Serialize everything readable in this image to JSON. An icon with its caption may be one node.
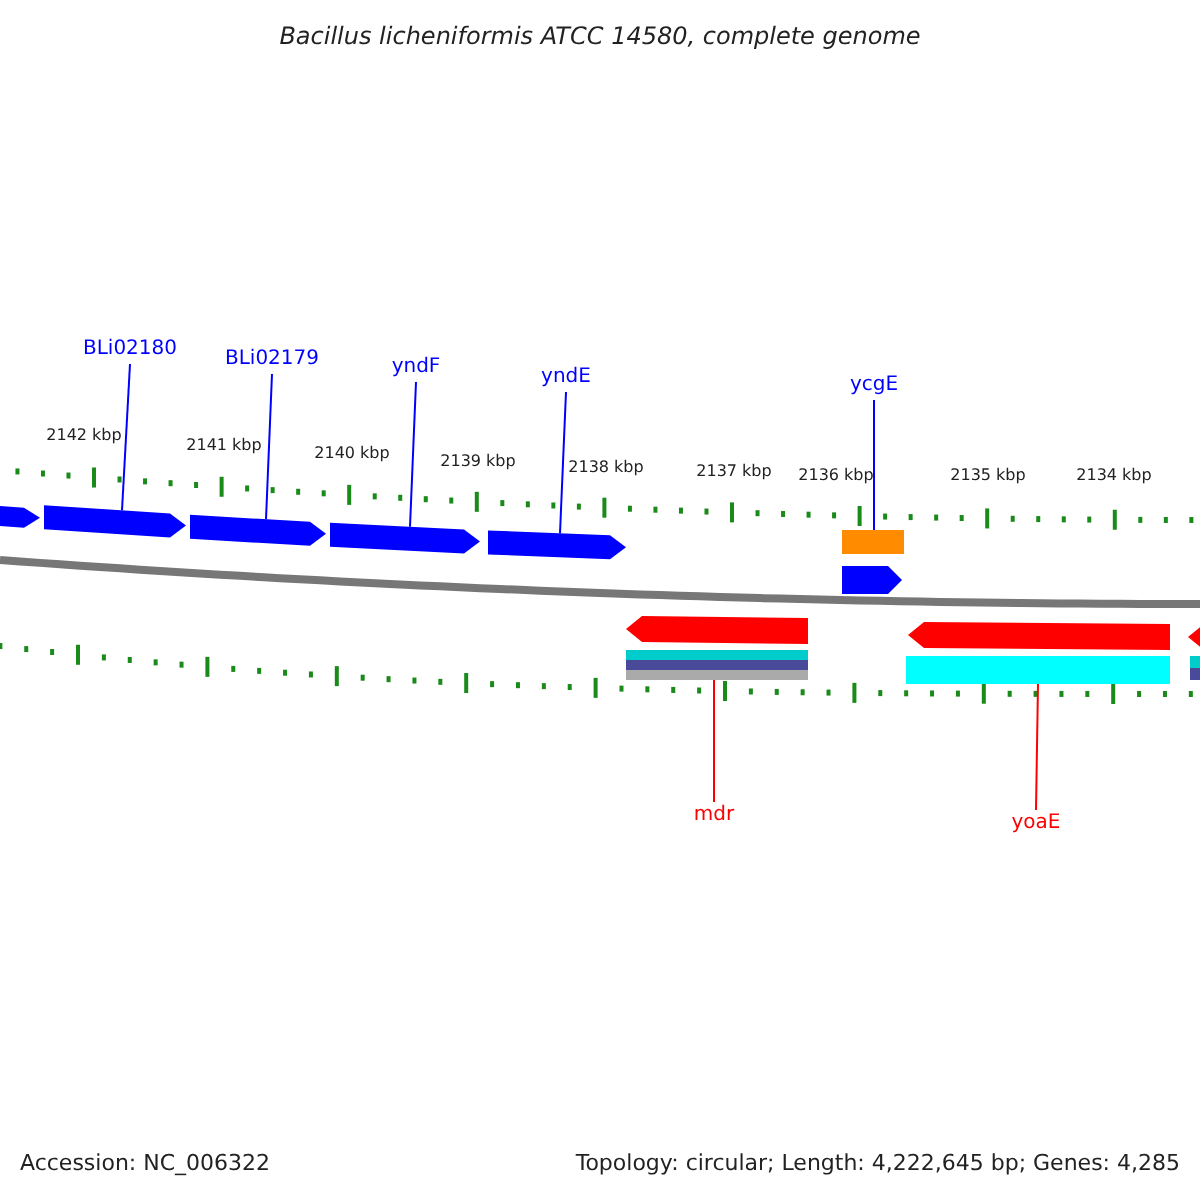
{
  "diagram": {
    "title": "Bacillus licheniformis ATCC 14580, complete genome",
    "nodes": [
      {
        "text": [
          "BLi02180"
        ]
      },
      {
        "text": [
          "BLi02179"
        ]
      },
      {
        "text": [
          "yndF"
        ]
      },
      {
        "text": [
          "yndE"
        ]
      },
      {
        "text": [
          "ycgE"
        ]
      },
      {
        "text": [
          "mdr"
        ]
      },
      {
        "text": [
          "yoaE"
        ]
      },
      {
        "text": [],
        "shape": "pentagon"
      },
      {
        "text": [],
        "shape": "pentagon"
      },
      {
        "text": [],
        "shape": "pentagon"
      },
      {
        "text": [],
        "shape": "pentagon"
      },
      {
        "text": [],
        "shape": "pentagon"
      },
      {
        "text": [],
        "shape": "pentagon"
      },
      {
        "text": [],
        "shape": "bar"
      },
      {
        "text": [],
        "shape": "bar"
      },
      {
        "text": [],
        "shape": "pentagon"
      },
      {
        "text": [],
        "shape": "pentagon"
      },
      {
        "text": [],
        "shape": "bar"
      },
      {
        "text": [],
        "shape": "pentagon"
      },
      {
        "text": [],
        "shape": "bar"
      }
    ],
    "edges": [
      {
        "from": 0,
        "to": 8,
        "arrow": "none"
      },
      {
        "from": 1,
        "to": 9,
        "arrow": "none"
      },
      {
        "from": 2,
        "to": 10,
        "arrow": "none"
      },
      {
        "from": 3,
        "to": 11,
        "arrow": "none"
      },
      {
        "from": 4,
        "to": 14,
        "arrow": "none"
      },
      {
        "from": 5,
        "to": 13,
        "arrow": "none",
        "color": "#ff0000"
      },
      {
        "from": 6,
        "to": 17,
        "arrow": "none",
        "color": "#ff0000"
      }
    ],
    "labels": [
      "2142 kbp",
      "2141 kbp",
      "2140 kbp",
      "2139 kbp",
      "2138 kbp",
      "2137 kbp",
      "2136 kbp",
      "2135 kbp",
      "2134 kbp",
      "Accession: NC_006322",
      "Topology: circular; Length: 4,222,645 bp; Genes: 4,285"
    ]
  }
}
